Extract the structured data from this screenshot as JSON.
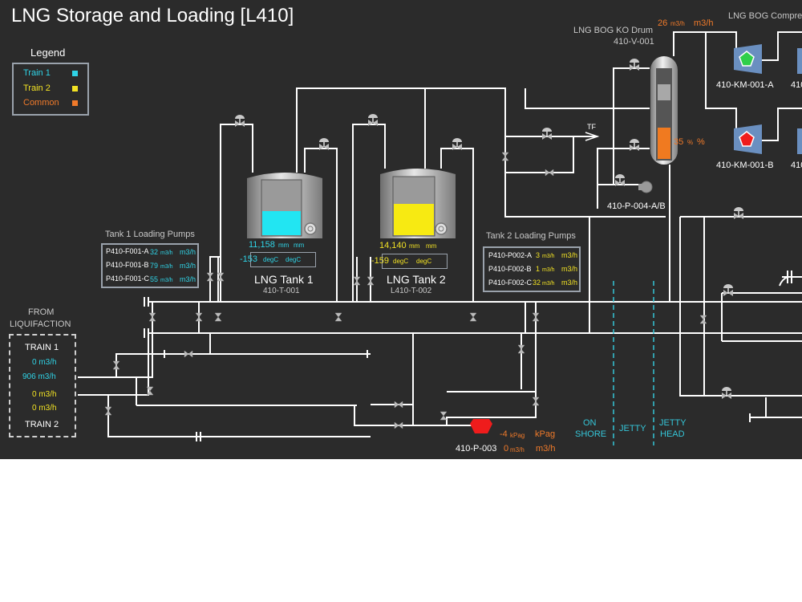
{
  "page": {
    "title": "LNG Storage and Loading [L410]"
  },
  "legend": {
    "title": "Legend",
    "items": [
      {
        "label": "Train 1",
        "color": "#2fd3e6"
      },
      {
        "label": "Train 2",
        "color": "#f2e224"
      },
      {
        "label": "Common",
        "color": "#f07a2a"
      }
    ]
  },
  "liquifaction": {
    "title_1": "FROM",
    "title_2": "LIQUIFACTION",
    "train1_label": "TRAIN 1",
    "train1_flow_a": "0 m3/h",
    "train1_flow_b": "906 m3/h",
    "train2_flow_a": "0 m3/h",
    "train2_flow_b": "0 m3/h",
    "train2_label": "TRAIN 2"
  },
  "tank1_pumps": {
    "title": "Tank 1 Loading Pumps",
    "rows": [
      {
        "tag": "P410-F001-A",
        "value": "32",
        "unit_small": "m3/h",
        "unit": "m3/h"
      },
      {
        "tag": "P410-F001-B",
        "value": "79",
        "unit_small": "m3/h",
        "unit": "m3/h"
      },
      {
        "tag": "P410-F001-C",
        "value": "55",
        "unit_small": "m3/h",
        "unit": "m3/h"
      }
    ]
  },
  "tank2_pumps": {
    "title": "Tank 2 Loading Pumps",
    "rows": [
      {
        "tag": "P410-P002-A",
        "value": "3",
        "unit_small": "m3/h",
        "unit": "m3/h"
      },
      {
        "tag": "P410-F002-B",
        "value": "1",
        "unit_small": "m3/h",
        "unit": "m3/h"
      },
      {
        "tag": "P410-F002-C",
        "value": "32",
        "unit_small": "m3/h",
        "unit": "m3/h"
      }
    ]
  },
  "tank1": {
    "name": "LNG Tank 1",
    "tag": "410-T-001",
    "level_value": "11,158",
    "level_unit_small": "mm",
    "level_unit": "mm",
    "temp_value": "-153",
    "temp_unit_small": "degC",
    "temp_unit": "degC",
    "fill_fraction": 0.45,
    "fill_color": "#22e5f2"
  },
  "tank2": {
    "name": "LNG Tank 2",
    "tag": "L410-T-002",
    "level_value": "14,140",
    "level_unit_small": "mm",
    "level_unit": "mm",
    "temp_value": "-159",
    "temp_unit_small": "degC",
    "temp_unit": "degC",
    "fill_fraction": 0.55,
    "fill_color": "#f7ea12"
  },
  "bog_drum": {
    "title": "LNG BOG KO Drum",
    "tag": "410-V-001",
    "flow_value": "26",
    "flow_unit_small": "m3/h",
    "flow_unit": "m3/h",
    "level_value": "35",
    "level_unit_small": "%",
    "level_unit": "%",
    "fill_fraction": 0.35,
    "fill_color": "#f07a20"
  },
  "bog_compressors": {
    "title": "LNG BOG Compre",
    "units": [
      {
        "tag": "410-KM-001-A",
        "status_color": "#2fcf4a"
      },
      {
        "tag": "410-KM-001-B",
        "status_color": "#ef1c1c"
      }
    ],
    "right_stub_1": "410",
    "right_stub_2": "410"
  },
  "tf_label": "TF",
  "pump_p004": {
    "tag": "410-P-004-A/B"
  },
  "pump_p003": {
    "tag": "410-P-003",
    "pressure_value": "-4",
    "pressure_unit_small": "kPag",
    "pressure_unit": "kPag",
    "flow_value": "0",
    "flow_unit_small": "m3/h",
    "flow_unit": "m3/h"
  },
  "zones": {
    "onshore_1": "ON",
    "onshore_2": "SHORE",
    "jetty": "JETTY",
    "jetty_head_1": "JETTY",
    "jetty_head_2": "HEAD"
  },
  "colors": {
    "background": "#2b2b2b",
    "pipe": "#ffffff",
    "train1": "#2fd3e6",
    "train2": "#f2e224",
    "common": "#f07a2a",
    "boundary": "#35c6d8"
  }
}
